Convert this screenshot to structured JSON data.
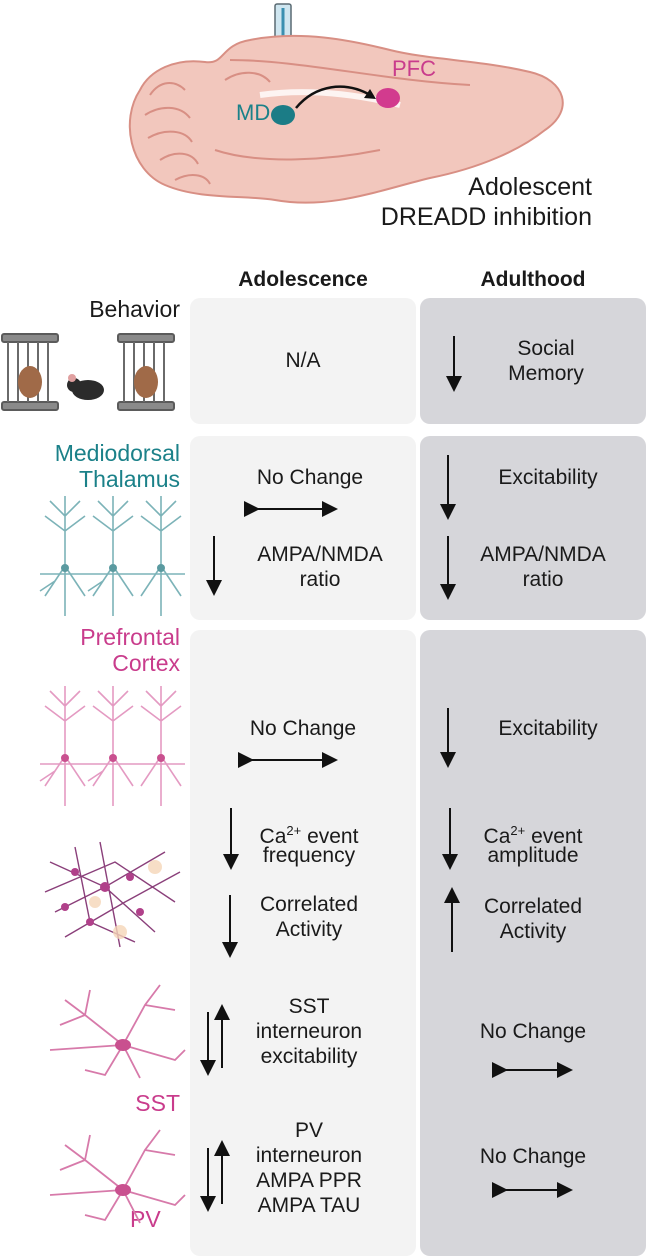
{
  "top": {
    "md_label": "MD",
    "pfc_label": "PFC",
    "caption_line1": "Adolescent",
    "caption_line2": "DREADD inhibition"
  },
  "columns": {
    "adolescence": "Adolescence",
    "adulthood": "Adulthood"
  },
  "rows": {
    "behavior": {
      "label": "Behavior",
      "adolescence": "N/A",
      "adulthood_line1": "Social",
      "adulthood_line2": "Memory"
    },
    "md": {
      "label_line1": "Mediodorsal",
      "label_line2": "Thalamus",
      "adol_excit": "No Change",
      "adol_ampa_line1": "AMPA/NMDA",
      "adol_ampa_line2": "ratio",
      "adult_excit": "Excitability",
      "adult_ampa_line1": "AMPA/NMDA",
      "adult_ampa_line2": "ratio"
    },
    "pfc": {
      "label_line1": "Prefrontal",
      "label_line2": "Cortex",
      "adol_excit": "No Change",
      "adult_excit": "Excitability",
      "adol_ca_line1_pre": "Ca",
      "adol_ca_sup": "2+",
      "adol_ca_line1_post": " event",
      "adol_ca_line2": "frequency",
      "adult_ca_line1_pre": "Ca",
      "adult_ca_sup": "2+",
      "adult_ca_line1_post": " event",
      "adult_ca_line2": "amplitude",
      "adol_corr_line1": "Correlated",
      "adol_corr_line2": "Activity",
      "adult_corr_line1": "Correlated",
      "adult_corr_line2": "Activity",
      "sst_line1": "SST",
      "sst_line2": "interneuron",
      "sst_line3": "excitability",
      "sst_adult": "No Change",
      "pv_line1": "PV",
      "pv_line2": "interneuron",
      "pv_line3": "AMPA PPR",
      "pv_line4": "AMPA TAU",
      "pv_adult": "No Change"
    }
  },
  "cell_labels": {
    "sst": "SST",
    "pv": "PV"
  },
  "colors": {
    "teal": "#1b8189",
    "pink": "#c93c8c",
    "panel_left": "#f3f3f3",
    "panel_right": "#d6d6da",
    "brain": "#f2c7bd"
  }
}
